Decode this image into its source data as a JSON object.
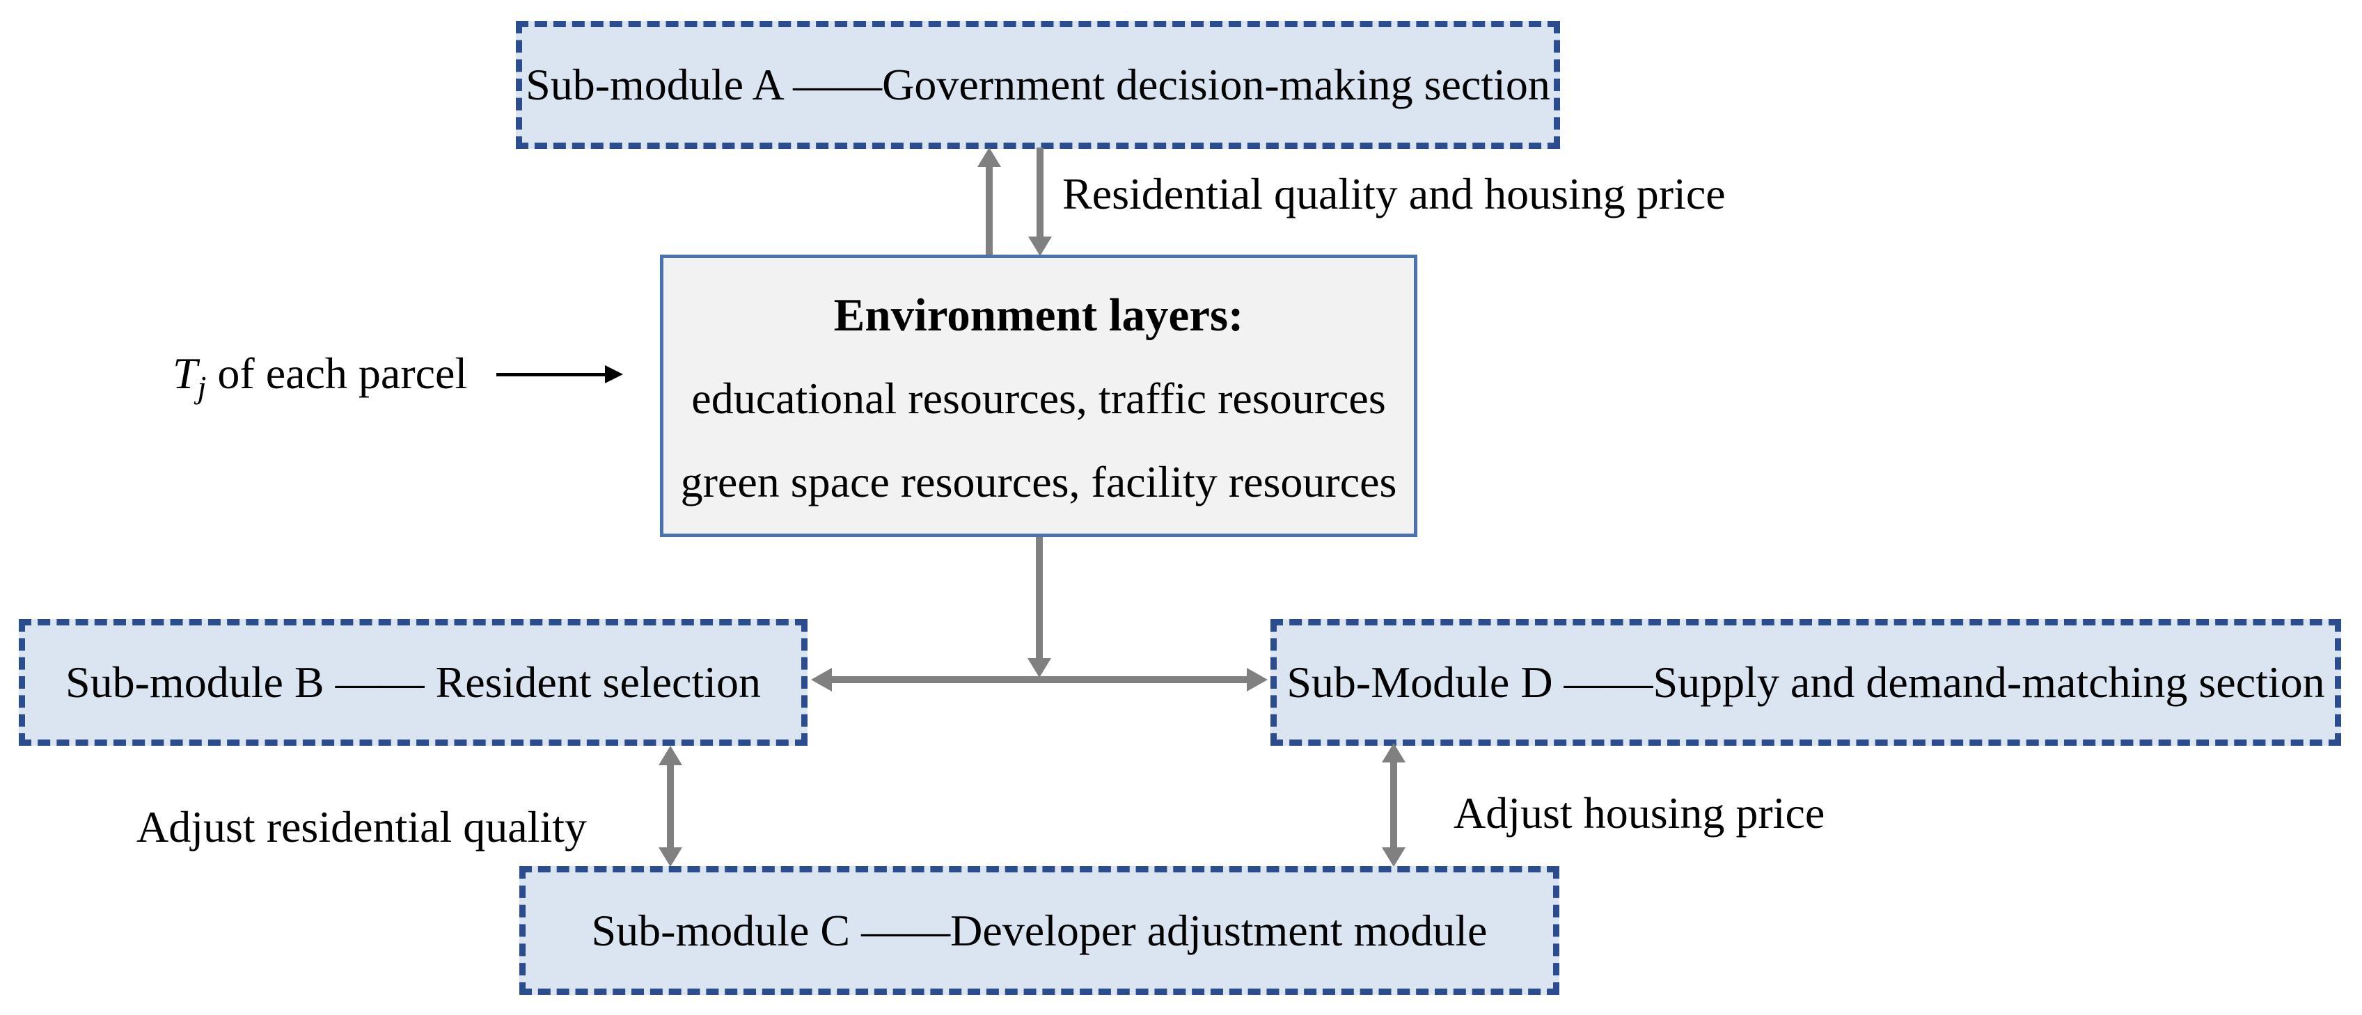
{
  "diagram": {
    "colors": {
      "accent_border": "#2b4c8e",
      "box_fill": "#dbe5f1",
      "env_fill": "#f2f2f2",
      "env_border": "#4a72b0",
      "arrow_gray": "#808080",
      "text_color": "#000000",
      "bg": "#ffffff"
    },
    "boxes": {
      "module_a": {
        "label": "Sub-module A ——Government decision-making section"
      },
      "environment": {
        "title": "Environment layers:",
        "line1": "educational resources, traffic resources",
        "line2": "green space resources, facility resources"
      },
      "module_b": {
        "label": "Sub-module B —— Resident selection"
      },
      "module_d": {
        "label": "Sub-Module D ——Supply and demand-matching section"
      },
      "module_c": {
        "label": "Sub-module C ——Developer adjustment module"
      }
    },
    "labels": {
      "top_flow": "Residential quality and housing price",
      "input_t": "T",
      "input_sub": "j",
      "input_rest": " of each parcel",
      "adjust_left": "Adjust residential quality",
      "adjust_right": "Adjust housing price"
    }
  }
}
